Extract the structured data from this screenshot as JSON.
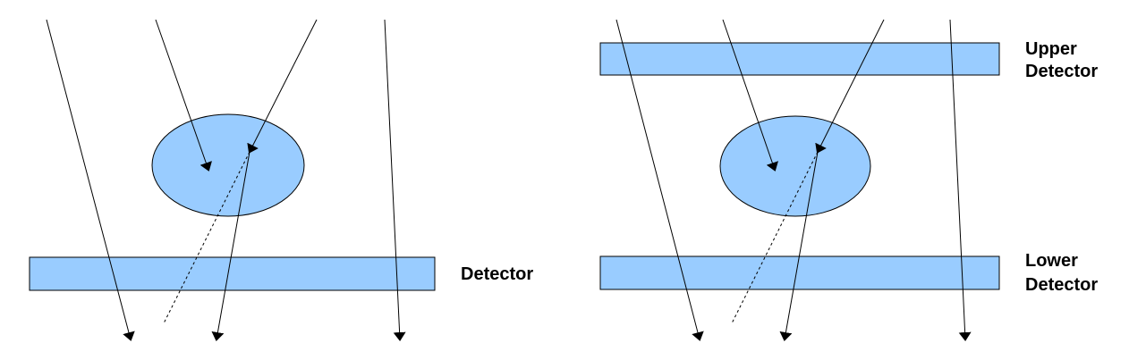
{
  "colors": {
    "object_fill": "#99ccff",
    "detector_fill": "#99ccff",
    "stroke": "#000000",
    "background": "#ffffff"
  },
  "left_panel": {
    "detector_label": "Detector"
  },
  "right_panel": {
    "upper_detector_label": [
      "Upper",
      "Detector"
    ],
    "lower_detector_label": [
      "Lower",
      "Detector"
    ]
  }
}
